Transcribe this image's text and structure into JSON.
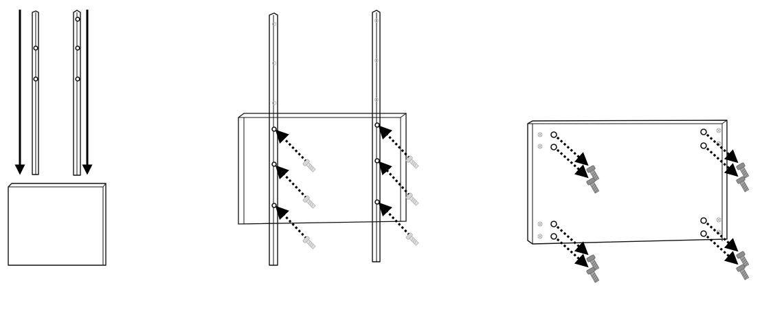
{
  "figure": {
    "description_steps": [
      "slide-rails-onto-panel",
      "screw-rails-to-panel",
      "screw-panel-corners"
    ],
    "colors": {
      "line": "#111111",
      "screw": "#9a9a9a",
      "screw_light": "#c4c4c4",
      "ghost": "#b8b8b8",
      "background": "#ffffff"
    },
    "icons": [
      "down-arrow-icon",
      "screw-icon",
      "hole-icon",
      "dotted-arrow-icon"
    ]
  }
}
